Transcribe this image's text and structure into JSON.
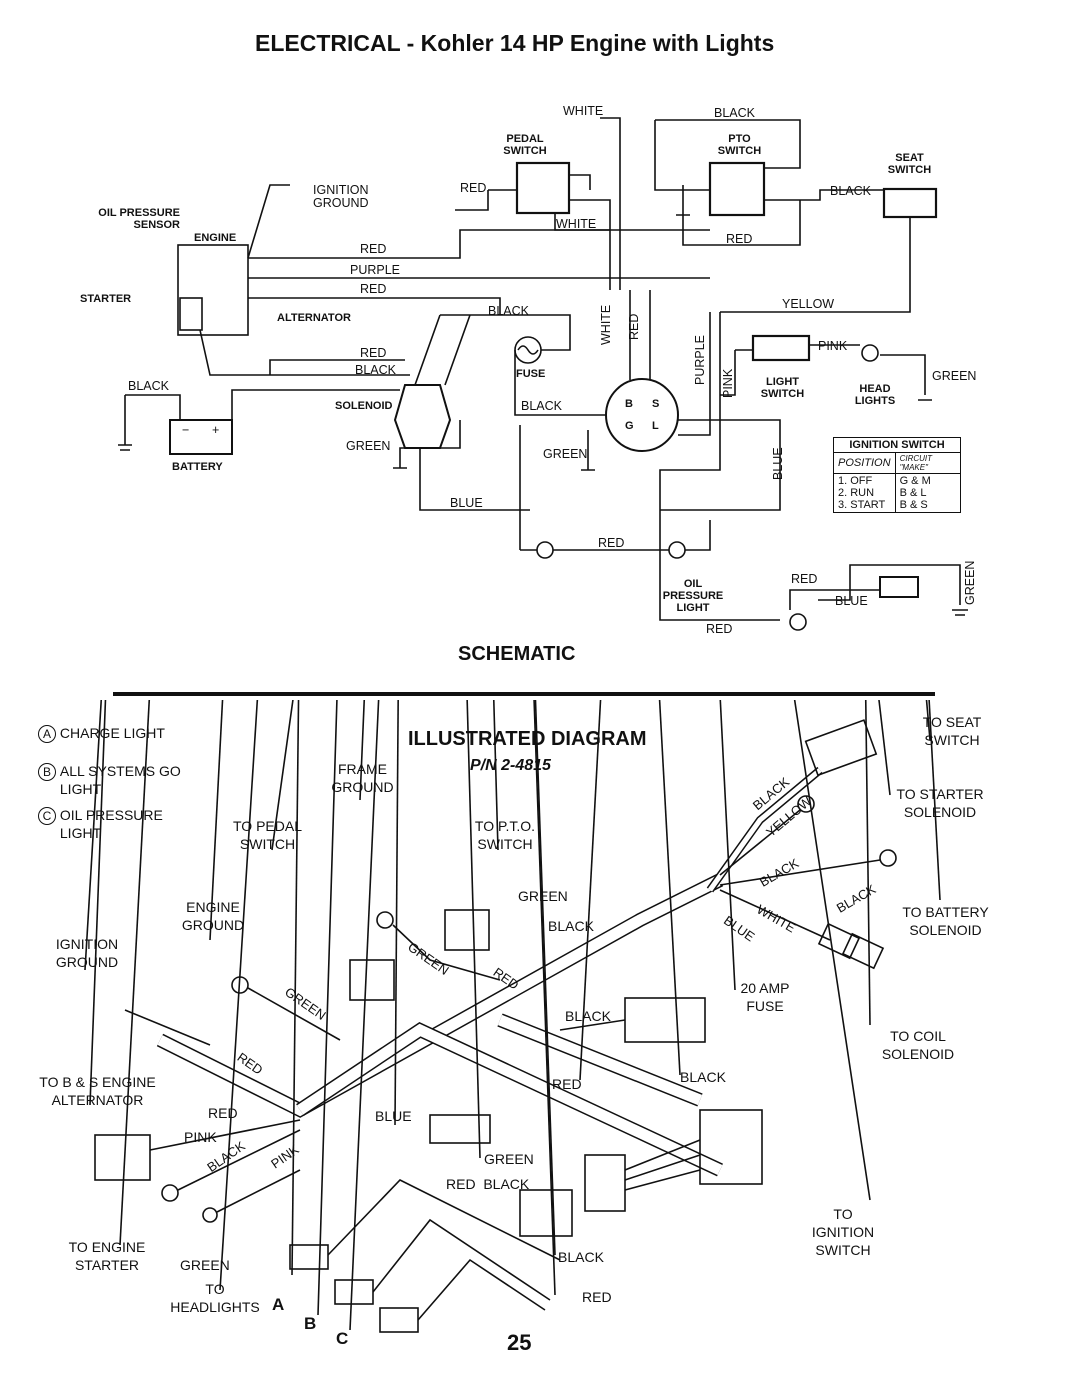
{
  "page_title": "ELECTRICAL - Kohler 14 HP Engine with Lights",
  "schematic_heading": "SCHEMATIC",
  "schematic_labels": {
    "white_top": "WHITE",
    "black_top": "BLACK",
    "pedal_switch": "PEDAL SWITCH",
    "pto_switch": "PTO SWITCH",
    "seat_switch": "SEAT SWITCH",
    "ignition_ground": "IGNITION GROUND",
    "red_pedal": "RED",
    "white_pedal": "WHITE",
    "red_pto": "RED",
    "black_seat": "BLACK",
    "oil_pressure_sensor": "OIL PRESSURE SENSOR",
    "engine": "ENGINE",
    "red_1": "RED",
    "purple_1": "PURPLE",
    "red_2": "RED",
    "starter": "STARTER",
    "alternator": "ALTERNATOR",
    "black_fuse": "BLACK",
    "fuse": "FUSE",
    "yellow": "YELLOW",
    "white_v": "WHITE",
    "red_v": "RED",
    "purple_v": "PURPLE",
    "pink_v": "PINK",
    "pink": "PINK",
    "light_switch": "LIGHT SWITCH",
    "head_lights": "HEAD LIGHTS",
    "green_head": "GREEN",
    "red_sol": "RED",
    "black_sol": "BLACK",
    "black_batt": "BLACK",
    "solenoid": "SOLENOID",
    "black_key": "BLACK",
    "battery": "BATTERY",
    "green_sol": "GREEN",
    "green_key": "GREEN",
    "blue_v": "BLUE",
    "blue_bottom": "BLUE",
    "red_lights": "RED",
    "oil_pressure_light": "OIL PRESSURE LIGHT",
    "red_lower": "RED",
    "blue_lower": "BLUE",
    "green_v": "GREEN",
    "red_bottom": "RED",
    "key_b": "B",
    "key_s": "S",
    "key_g": "G",
    "key_l": "L"
  },
  "ignition_table": {
    "title": "IGNITION SWITCH",
    "col_position": "POSITION",
    "col_circuit": "CIRCUIT \"MAKE\"",
    "rows": [
      {
        "position": "1. OFF",
        "circuit": "G & M"
      },
      {
        "position": "2. RUN",
        "circuit": "B & L"
      },
      {
        "position": "3. START",
        "circuit": "B & S"
      }
    ]
  },
  "illustrated_heading": "ILLUSTRATED DIAGRAM",
  "part_number": "P/N 2-4815",
  "legend": [
    {
      "letter": "A",
      "text": "CHARGE LIGHT"
    },
    {
      "letter": "B",
      "text": "ALL SYSTEMS GO LIGHT"
    },
    {
      "letter": "C",
      "text": "OIL PRESSURE LIGHT"
    }
  ],
  "diagram_labels": {
    "to_seat_switch": "TO SEAT SWITCH",
    "frame_ground": "FRAME GROUND",
    "to_starter_solenoid": "TO STARTER SOLENOID",
    "to_pedal_switch": "TO PEDAL SWITCH",
    "to_pto_switch": "TO P.T.O. SWITCH",
    "engine_ground": "ENGINE GROUND",
    "green_top": "GREEN",
    "black_mid": "BLACK",
    "to_battery_solenoid": "TO BATTERY SOLENOID",
    "ignition_ground": "IGNITION GROUND",
    "amp_fuse": "20 AMP FUSE",
    "black_fuse": "BLACK",
    "to_coil_solenoid": "TO COIL SOLENOID",
    "to_bs_alternator": "TO B & S ENGINE ALTERNATOR",
    "red_conn": "RED",
    "black_conn": "BLACK",
    "red_left": "RED",
    "pink_left": "PINK",
    "blue": "BLUE",
    "green_right": "GREEN",
    "red_black": "RED  BLACK",
    "to_ignition_switch": "TO IGNITION SWITCH",
    "black_lower": "BLACK",
    "red_lower": "RED",
    "to_engine_starter": "TO ENGINE STARTER",
    "green_lower": "GREEN",
    "to_headlights": "TO HEADLIGHTS",
    "a": "A",
    "b": "B",
    "c": "C",
    "wire_black": "BLACK",
    "wire_yellow": "YELLOW",
    "wire_black2": "BLACK",
    "wire_black3": "BLACK",
    "wire_white": "WHITE",
    "wire_blue": "BLUE",
    "wire_green": "GREEN",
    "wire_red": "RED",
    "wire_green2": "GREEN",
    "wire_red2": "RED",
    "wire_black4": "BLACK",
    "wire_pink": "PINK"
  },
  "page_number": "25"
}
